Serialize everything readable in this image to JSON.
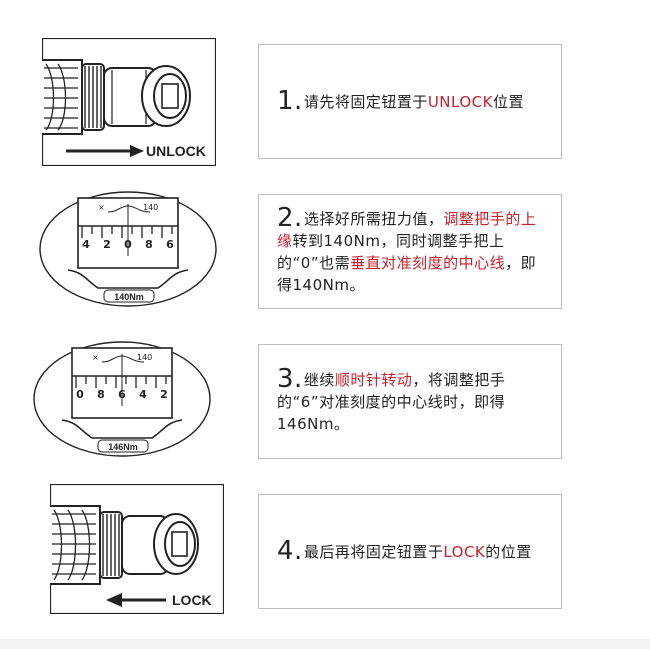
{
  "colors": {
    "highlight": "#c8202b",
    "text": "#222222",
    "border": "#bdbdbd"
  },
  "steps": [
    {
      "num": "1.",
      "parts": [
        {
          "t": "请先将固定钮置于",
          "red": false
        },
        {
          "t": "UNLOCK",
          "red": true
        },
        {
          "t": "位置",
          "red": false
        }
      ],
      "label": "UNLOCK"
    },
    {
      "num": "2.",
      "parts": [
        {
          "t": "选择好所需扭力值，",
          "red": false
        },
        {
          "t": "调整把手的上缘",
          "red": true
        },
        {
          "t": "转到140Nm，同时调整手把上的“0”也需",
          "red": false
        },
        {
          "t": "垂直对准刻度的中心线",
          "red": true
        },
        {
          "t": "，即得140Nm。",
          "red": false
        }
      ],
      "scale_ticks": [
        "4",
        "2",
        "0",
        "8",
        "6"
      ],
      "scale_marks": [
        "×",
        "140"
      ],
      "reading": "140Nm"
    },
    {
      "num": "3.",
      "parts": [
        {
          "t": "继续",
          "red": false
        },
        {
          "t": "顺时针转动",
          "red": true
        },
        {
          "t": "，将调整把手的“6”对准刻度的中心线时，即得146Nm。",
          "red": false
        }
      ],
      "scale_ticks": [
        "0",
        "8",
        "6",
        "4",
        "2"
      ],
      "scale_marks": [
        "×",
        "140"
      ],
      "reading": "146Nm"
    },
    {
      "num": "4.",
      "parts": [
        {
          "t": "最后再将固定钮置于",
          "red": false
        },
        {
          "t": "LOCK",
          "red": true
        },
        {
          "t": "的位置",
          "red": false
        }
      ],
      "label": "LOCK"
    }
  ]
}
